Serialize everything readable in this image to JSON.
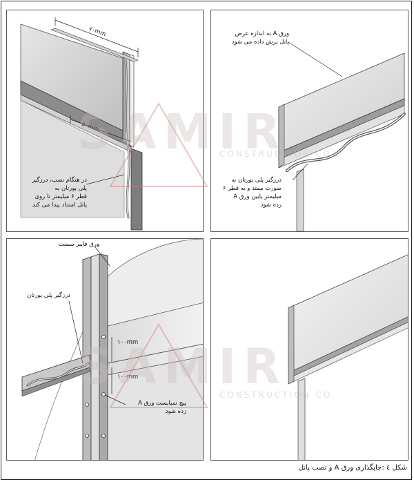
{
  "panel1": {
    "dim_top": "۷۰mm",
    "dim_mid": "۵۰mm",
    "note_lines": [
      "در هنگام نصب، درزگیر",
      "پلی یورتان به",
      "قطر ۶ میلیمتر تا روی",
      "پانل امتداد پیدا می کند"
    ]
  },
  "panel2": {
    "note_top_lines": [
      "ورق A به اندازه عرض",
      "پانل برش داده می شود"
    ],
    "note_bottom_lines": [
      "درزگیر پلی یورتان به",
      "صورت ممتد و به قطر ۶",
      "میلیمتر پایین ورق A",
      "زده شود"
    ]
  },
  "panel3": {
    "label_fiber": "ورق فایبر سمنت",
    "label_sealant": "درزگیر پلی یورتان",
    "dim_a": "۱۰۰mm",
    "dim_b": "۱۰۰mm",
    "label_screw_lines": [
      "پیچ نمبایست ورق A",
      "زده شود"
    ]
  },
  "caption": "شکل ٤ :جایگذاری ورق A و نصب پانل",
  "watermark": {
    "brand": "SAMIR",
    "sub": "CONSTRUCTION CO.",
    "color": "#c8bcbc"
  }
}
